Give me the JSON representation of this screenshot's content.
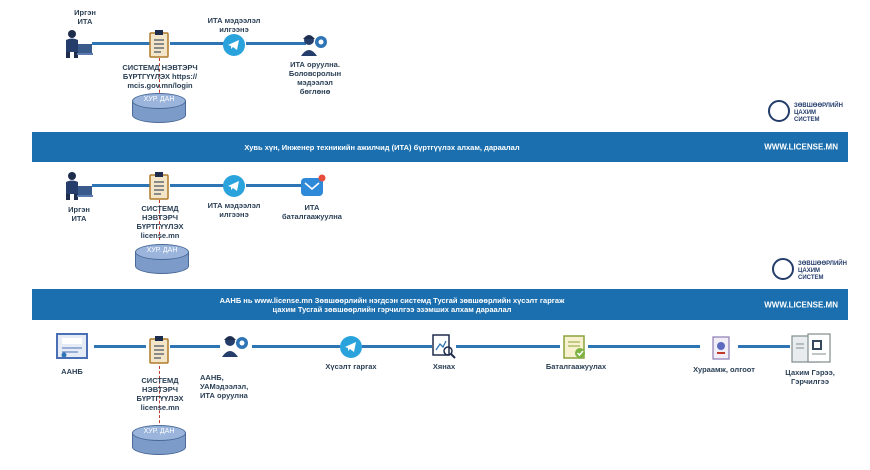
{
  "section1": {
    "actor_label": "Иргэн\nИТА",
    "system_label": "СИСТЕМД НЭВТЭРЧ\nБҮРТГҮҮЛЭХ https://\nmcis.gov.mn/login",
    "db_label": "ХУР. ДАН",
    "telegram_label": "ИТА мэдээлэл\nилгээнэ",
    "engineer_label": "ИТА оруулна.\nБоловсролын\nмэдээлэл\nбөглөнө"
  },
  "logo": {
    "text": "ЗӨВШӨӨРЛИЙН\nЦАХИМ СИСТЕМ"
  },
  "banner1": {
    "text": "Хувь хүн, Инженер техникийн ажилчид (ИТА) бүртгүүлэх алхам, дараалал",
    "site": "WWW.LICENSE.MN"
  },
  "section2": {
    "actor_label": "Иргэн\nИТА",
    "system_label": "СИСТЕМД\nНЭВТЭРЧ\nБҮРТГҮҮЛЭХ\nlicense.mn",
    "db_label": "ХУР. ДАН",
    "telegram_label": "ИТА мэдээлэл\nилгээнэ",
    "mail_label": "ИТА\nбаталгаажуулна"
  },
  "banner2": {
    "text": "ААНБ нь www.license.mn Зөвшөөрлийн нэгдсэн системд Тусгай зөвшөөрлийн хүсэлт гаргаж\nцахим Тусгай зөвшөөрлийн гэрчилгээ эзэмших алхам дараалал",
    "site": "WWW.LICENSE.MN"
  },
  "section3": {
    "org_label": "ААНБ",
    "system_label": "СИСТЕМД\nНЭВТЭРЧ\nБҮРТГҮҮЛЭХ\nlicense.mn",
    "db_label": "ХУР. ДАН",
    "engineer_label": "ААНБ,\nУАМэдээлэл,\nИТА оруулна",
    "telegram_label": "Хүсэлт гаргах",
    "review_label": "Хянах",
    "approve_label": "Баталгаажуулах",
    "fee_label": "Хураамж, олгоот",
    "cert_label": "Цахим Гэрээ,\nГэрчилгээ"
  },
  "colors": {
    "banner": "#1b6fae",
    "line": "#2e75b6",
    "telegram": "#2aa3dd"
  }
}
